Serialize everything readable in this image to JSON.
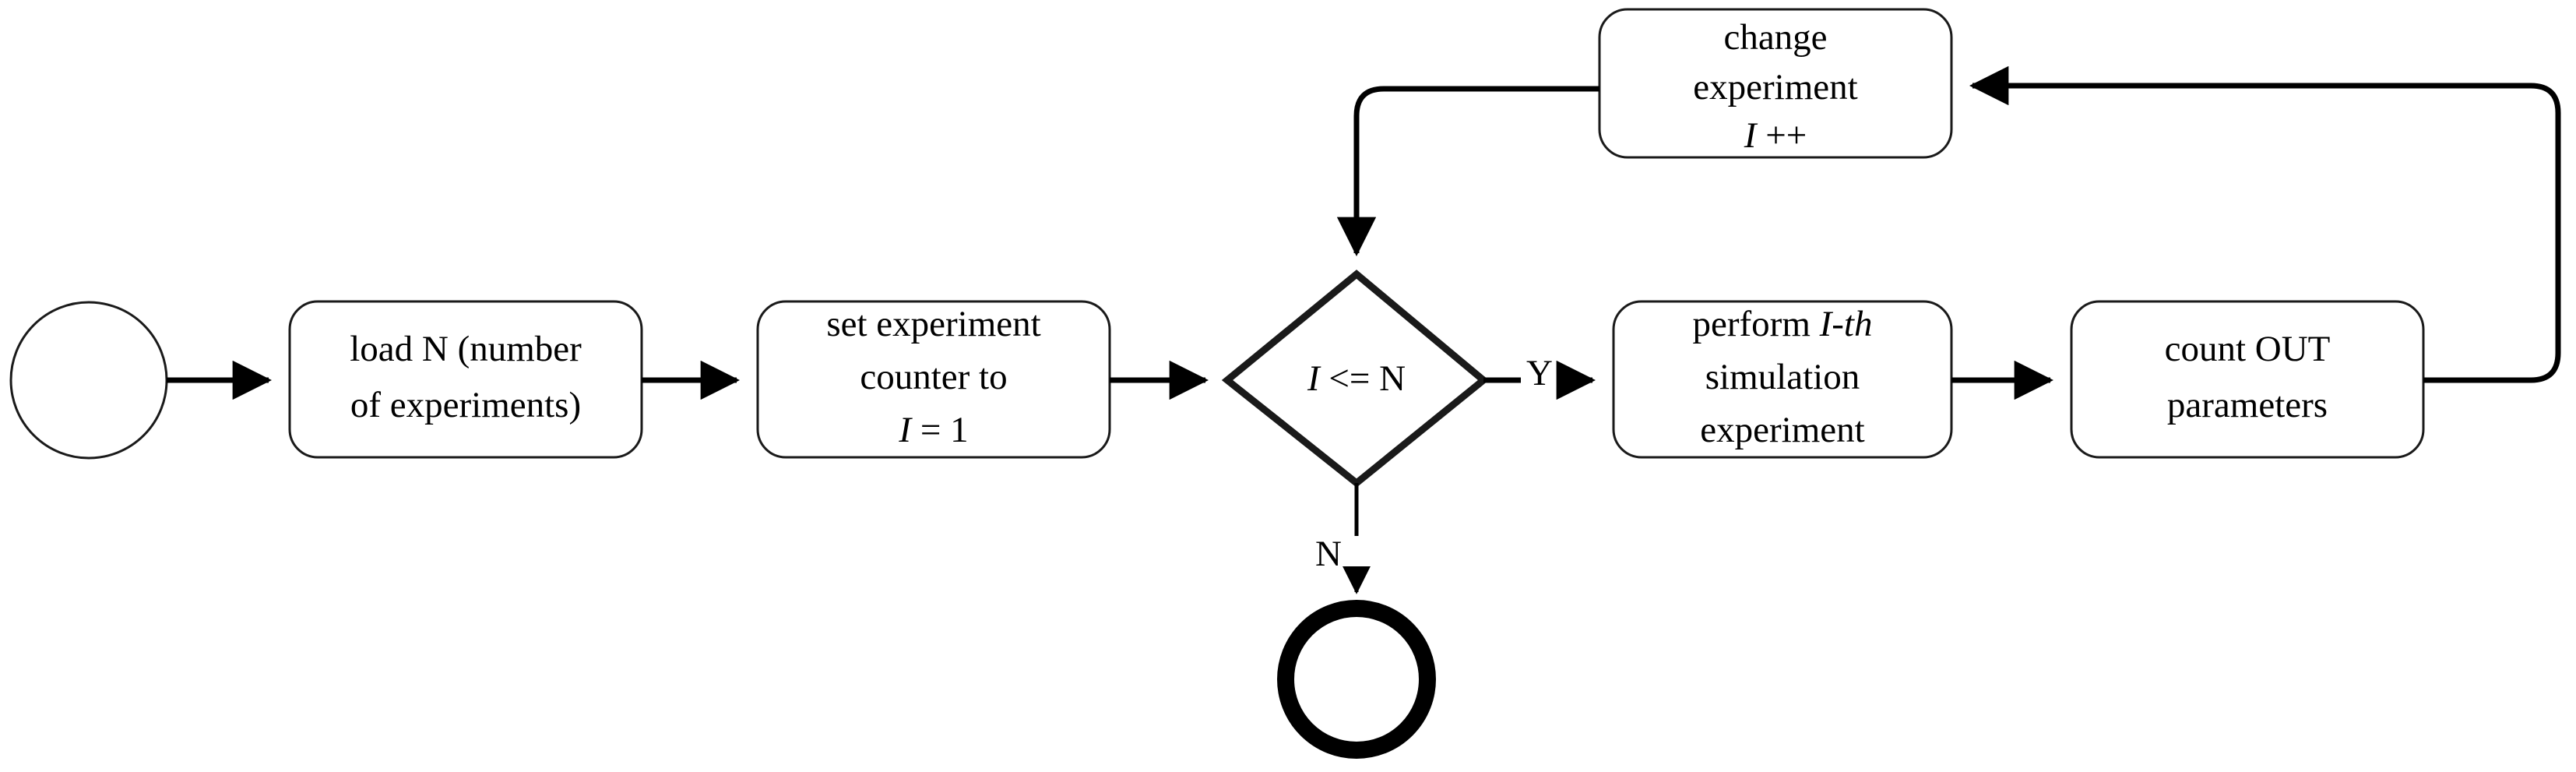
{
  "diagram": {
    "type": "flowchart",
    "title": "",
    "background_color": "#ffffff",
    "line_color": "#000000",
    "text_color": "#000000",
    "nodes": [
      {
        "id": "start",
        "shape": "circle",
        "label": "",
        "role": "start-terminator"
      },
      {
        "id": "load-n",
        "shape": "rounded-rectangle",
        "role": "process",
        "lines": [
          "load N (number",
          "of experiments)"
        ]
      },
      {
        "id": "set-counter",
        "shape": "rounded-rectangle",
        "role": "process",
        "lines": [
          "set experiment",
          "counter to",
          "I = 1"
        ],
        "italic_parts": [
          "I"
        ]
      },
      {
        "id": "decision",
        "shape": "diamond",
        "role": "decision",
        "lines": [
          "I <= N"
        ],
        "italic_parts": [
          "I"
        ]
      },
      {
        "id": "change-experiment",
        "shape": "rounded-rectangle",
        "role": "process",
        "lines": [
          "change",
          "experiment",
          "I ++"
        ],
        "italic_parts": [
          "I"
        ]
      },
      {
        "id": "perform-simulation",
        "shape": "rounded-rectangle",
        "role": "process",
        "lines": [
          "perform I-th",
          "simulation",
          "experiment"
        ],
        "italic_parts": [
          "I-th"
        ]
      },
      {
        "id": "count-out",
        "shape": "rounded-rectangle",
        "role": "process",
        "lines": [
          "count OUT",
          "parameters"
        ]
      },
      {
        "id": "end",
        "shape": "circle-thick",
        "label": "",
        "role": "end-terminator"
      }
    ],
    "edges": [
      {
        "id": "start-to-load",
        "from": "start",
        "to": "load-n",
        "label": ""
      },
      {
        "id": "load-to-set",
        "from": "load-n",
        "to": "set-counter",
        "label": ""
      },
      {
        "id": "set-to-decision",
        "from": "set-counter",
        "to": "decision",
        "label": ""
      },
      {
        "id": "decision-yes",
        "from": "decision",
        "to": "perform-simulation",
        "label": "Y"
      },
      {
        "id": "decision-no",
        "from": "decision",
        "to": "end",
        "label": "N"
      },
      {
        "id": "perform-to-count",
        "from": "perform-simulation",
        "to": "count-out",
        "label": ""
      },
      {
        "id": "count-to-change",
        "from": "count-out",
        "to": "change-experiment",
        "label": ""
      },
      {
        "id": "change-to-decision",
        "from": "change-experiment",
        "to": "decision",
        "label": ""
      }
    ],
    "text": {
      "load_n_line1": "load N (number",
      "load_n_line2": "of experiments)",
      "set_counter_line1": "set experiment",
      "set_counter_line2": "counter to",
      "set_counter_line3_var": "I",
      "set_counter_line3_rest": " = 1",
      "decision_var": "I",
      "decision_rest": " <= N",
      "change_line1": "change",
      "change_line2": "experiment",
      "change_line3_var": "I",
      "change_line3_rest": " ++",
      "perform_line1_pre": "perform ",
      "perform_line1_var": "I-th",
      "perform_line2": "simulation",
      "perform_line3": "experiment",
      "count_line1": "count OUT",
      "count_line2": "parameters",
      "label_yes": "Y",
      "label_no": "N"
    }
  }
}
